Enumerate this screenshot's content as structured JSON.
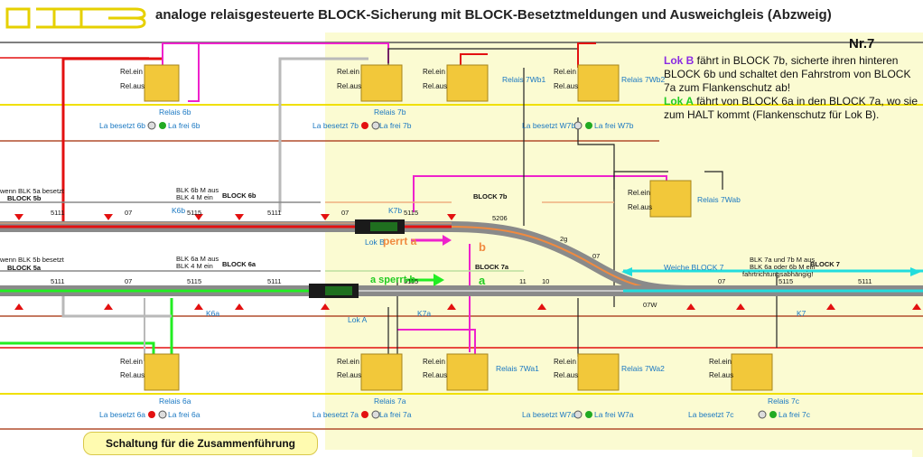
{
  "title": "analoge relaisgesteuerte BLOCK-Sicherung mit BLOCK-Besetztmeldungen und Ausweichgleis (Abzweig)",
  "nr": "Nr.7",
  "description": {
    "p1_lok": "Lok B",
    "p1_text": " fährt in BLOCK 7b, sicherte ihren hinteren BLOCK 6b und schaltet den Fahrstrom von BLOCK 7a zum Flankenschutz ab!",
    "p2_lok": "Lok A",
    "p2_text": " fährt von BLOCK 6a in den BLOCK 7a, wo sie zum HALT kommt (Flankenschutz für Lok B)."
  },
  "callout": "Schaltung für die Zusammenführung",
  "relais": {
    "rel_ein": "Rel.ein",
    "rel_aus": "Rel.aus",
    "r6b": "Relais 6b",
    "r7b": "Relais 7b",
    "r7wb1": "Relais 7Wb1",
    "r7wb2": "Relais 7Wb2",
    "r7wab": "Relais 7Wab",
    "r6a": "Relais 6a",
    "r7a": "Relais 7a",
    "r7wa1": "Relais 7Wa1",
    "r7wa2": "Relais 7Wa2",
    "r7c": "Relais 7c"
  },
  "lamps": {
    "bes6b": "La besetzt 6b",
    "frei6b": "La frei 6b",
    "bes7b": "La besetzt 7b",
    "frei7b": "La frei 7b",
    "besW7b": "La besetzt W7b",
    "freiW7b": "La frei W7b",
    "bes6a": "La besetzt 6a",
    "frei6a": "La frei 6a",
    "bes7a": "La besetzt 7a",
    "frei7a": "La frei 7a",
    "besW7a": "La besetzt W7a",
    "freiW7a": "La frei W7a",
    "bes7c": "La besetzt 7c",
    "frei7c": "La frei 7c"
  },
  "track": {
    "wenn5a": "wenn BLK 5a besetzt",
    "block5b": "BLOCK 5b",
    "wenn5b": "wenn BLK 5b besetzt",
    "block5a": "BLOCK 5a",
    "blk6b_l1": "BLK 6b M aus",
    "blk6b_l2": "BLK 4 M ein",
    "block6b": "BLOCK 6b",
    "blk6a_l1": "BLK 6a M aus",
    "blk6a_l2": "BLK 4 M ein",
    "block6a": "BLOCK 6a",
    "block7b": "BLOCK 7b",
    "block7a": "BLOCK 7a",
    "block7": "BLOCK 7",
    "weiche7": "Weiche BLOCK 7",
    "blk7_l1": "BLK 7a und 7b M aus",
    "blk7_l2": "BLK 6a oder 6b M ein",
    "blk7_l3": "fahrtrichtungsabhängig!",
    "k6b": "K6b",
    "k7b": "K7b",
    "k6a": "K6a",
    "k7a": "K7a",
    "k7": "K7",
    "lokb": "Lok B",
    "loka": "Lok A",
    "perrt_a": "perrt a",
    "sperrt_b": "a sperrt b",
    "b": "b",
    "a": "a",
    "n5111": "5111",
    "n07": "07",
    "n5115": "5115",
    "n5206": "5206",
    "n2g": "2g",
    "n10": "10",
    "n11": "11",
    "n07w": "07W"
  },
  "colors": {
    "highlight": "#fbfbd2",
    "red": "#e31010",
    "magenta": "#ee22cc",
    "green": "#22ee22",
    "cyan": "#22dddd",
    "orange": "#f08a40",
    "gray": "#b9b9b9",
    "yellow_line": "#f0e000",
    "relay": "#f2c83a"
  }
}
